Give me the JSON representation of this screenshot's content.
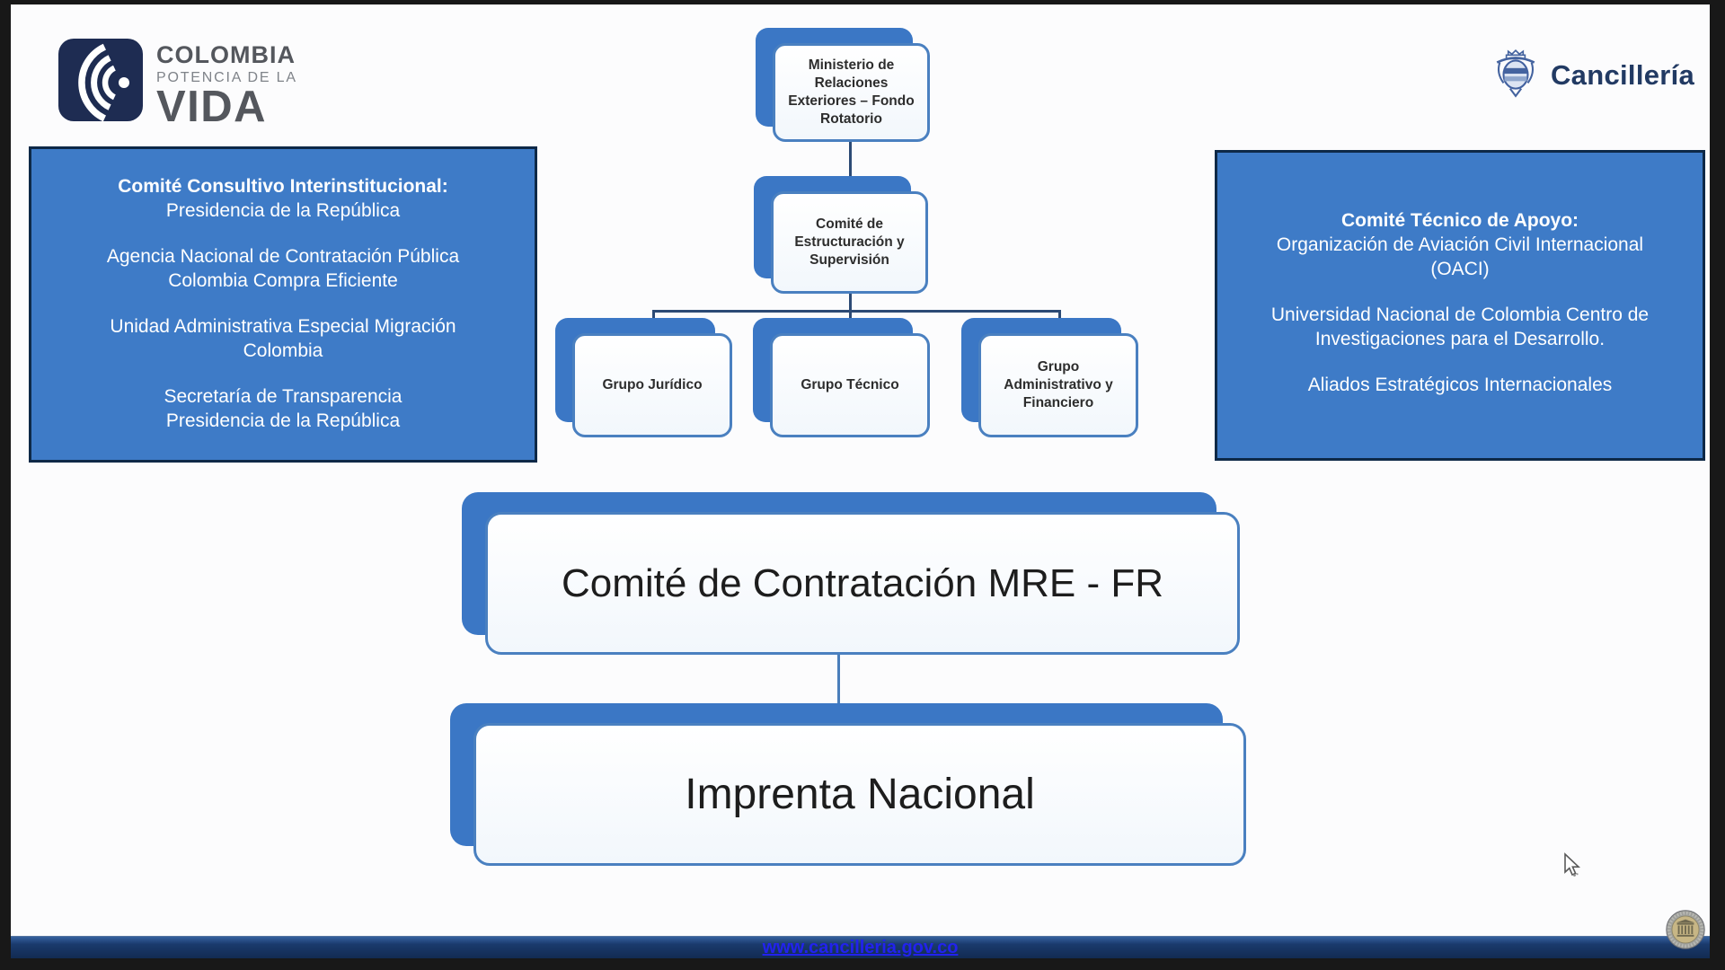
{
  "slide": {
    "brand_logo": {
      "line1": "COLOMBIA",
      "line2": "POTENCIA DE LA",
      "line3": "VIDA"
    },
    "cancilleria_logo": {
      "label": "Cancillería"
    },
    "left_panel": {
      "title": "Comité Consultivo Interinstitucional:",
      "items": [
        [
          "Presidencia de la República"
        ],
        [
          "Agencia Nacional de Contratación Pública",
          "Colombia Compra Eficiente"
        ],
        [
          "Unidad Administrativa Especial Migración",
          "Colombia"
        ],
        [
          "Secretaría de Transparencia",
          "Presidencia de la República"
        ]
      ]
    },
    "right_panel": {
      "title": "Comité Técnico de Apoyo:",
      "items": [
        [
          "Organización de Aviación Civil Internacional",
          "(OACI)"
        ],
        [
          "Universidad Nacional de Colombia Centro de",
          "Investigaciones para el Desarrollo."
        ],
        [
          "Aliados Estratégicos Internacionales"
        ]
      ]
    },
    "org_chart": {
      "root": [
        "Ministerio de",
        "Relaciones",
        "Exteriores – Fondo",
        "Rotatorio"
      ],
      "level2": [
        "Comité de",
        "Estructuración y",
        "Supervisión"
      ],
      "groups": [
        [
          "Grupo Jurídico"
        ],
        [
          "Grupo Técnico"
        ],
        [
          "Grupo",
          "Administrativo y",
          "Financiero"
        ]
      ],
      "big_box_1": "Comité de Contratación MRE - FR",
      "big_box_2": "Imprenta Nacional"
    },
    "footer": {
      "link": "www.cancilleria.gov.co"
    },
    "icons": {
      "brand": "colombia-wave-icon",
      "cancilleria": "coat-of-arms-icon",
      "seal": "ministry-seal-icon",
      "cursor": "mouse-cursor-icon"
    },
    "colors": {
      "panel_blue": "#3e7bc7",
      "panel_border": "#0e2947",
      "shadow_blue": "#3b77c5",
      "box_border": "#4a80c0",
      "connector_dark": "#2c4a75",
      "footer_bar": "#16335f",
      "link": "#2222ee",
      "letterbox": "#181818"
    }
  }
}
